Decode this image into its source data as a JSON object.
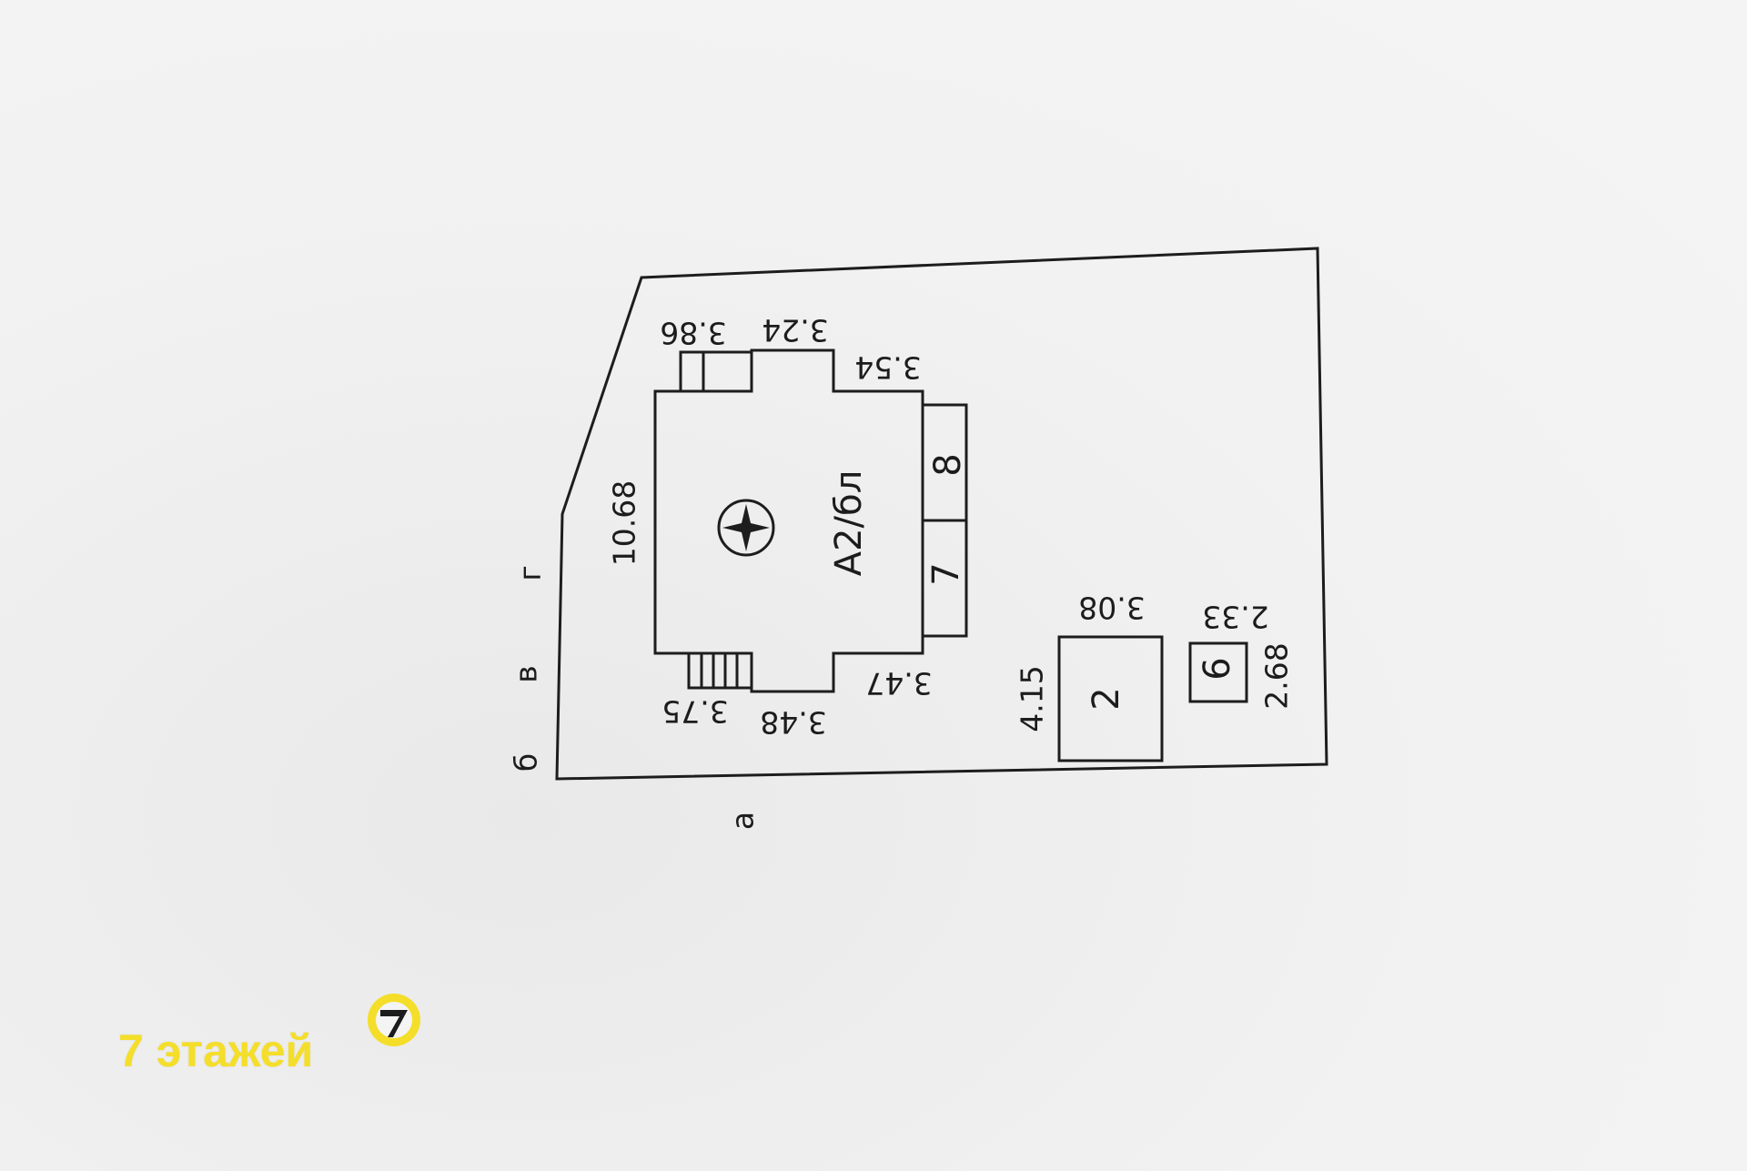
{
  "plan": {
    "main_building_label": "А2/бл",
    "annex_labels": [
      "8",
      "7"
    ],
    "outbuilding_labels": [
      "2",
      "6"
    ],
    "main_building_dimensions": [
      "10.68",
      "3.86",
      "3.24",
      "3.54",
      "3.75",
      "3.48",
      "3.47"
    ],
    "outbuilding_2_dimensions": [
      "3.08",
      "4.15"
    ],
    "outbuilding_6_dimensions": [
      "2.33",
      "2.68"
    ],
    "boundary_points": [
      "г",
      "в",
      "б",
      "а"
    ],
    "north_symbol": "compass-star-icon"
  },
  "watermark": {
    "brand_text": "7 этажей",
    "logo_digit": "7",
    "brand_color": "#f4de2a"
  }
}
